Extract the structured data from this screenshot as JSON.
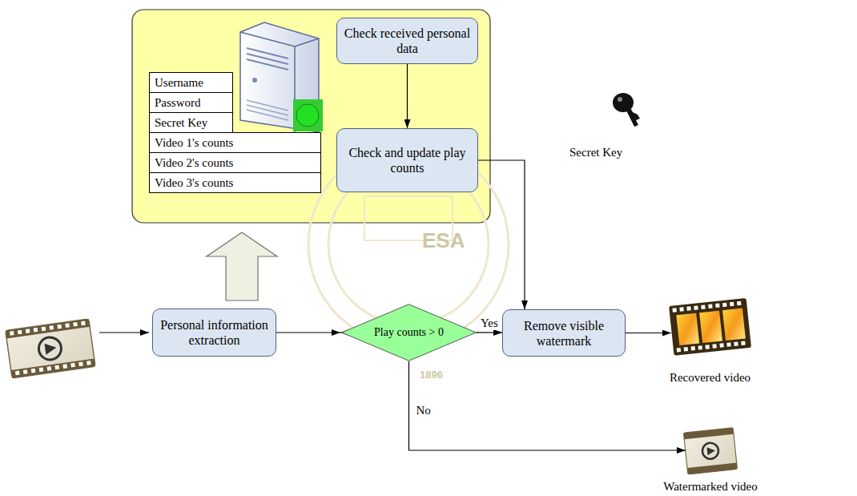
{
  "diagram": {
    "nodes": [
      {
        "text": []
      },
      {
        "text": [
          "Username"
        ],
        "in": 0
      },
      {
        "text": [
          "Password"
        ],
        "in": 0
      },
      {
        "text": [
          "Secret Key"
        ],
        "in": 0
      },
      {
        "text": [
          "Video 1's counts"
        ],
        "in": 0
      },
      {
        "text": [
          "Video 2's counts"
        ],
        "in": 0
      },
      {
        "text": [
          "Video 3's counts"
        ],
        "in": 0
      },
      {
        "text": [
          "Check received personal data"
        ],
        "in": 0
      },
      {
        "text": [
          "Check and update play counts"
        ],
        "in": 0
      },
      {
        "text": [
          "Personal information extraction"
        ]
      },
      {
        "text": [
          "Play counts > 0"
        ]
      },
      {
        "text": [
          "Remove visible watermark"
        ]
      },
      {
        "text": [
          "Recovered video"
        ]
      },
      {
        "text": [
          "Watermarked video"
        ]
      }
    ],
    "edges": [
      {
        "from": 7,
        "to": 8,
        "arrow": "to"
      },
      {
        "from": 8,
        "to": 10,
        "arrow": "to"
      },
      {
        "from": 8,
        "to": 11,
        "label": "Secret Key",
        "arrow": "to"
      },
      {
        "from": 9,
        "to": 10,
        "arrow": "to"
      },
      {
        "from": 10,
        "to": 11,
        "label": "Yes",
        "arrow": "to"
      },
      {
        "from": 10,
        "to": 13,
        "label": "No",
        "arrow": "to"
      },
      {
        "from": 11,
        "to": 12,
        "arrow": "to"
      },
      {
        "from": 9,
        "to": 0,
        "arrow": "to"
      }
    ],
    "labels": [
      "ESA",
      "1896"
    ]
  }
}
